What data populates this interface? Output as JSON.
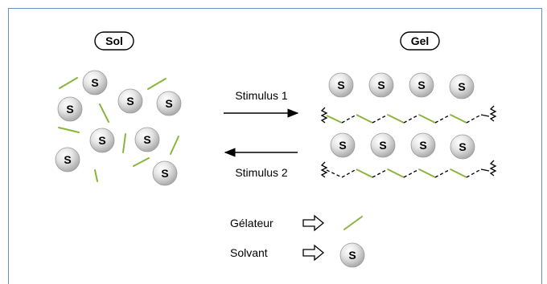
{
  "sol_label": "Sol",
  "gel_label": "Gel",
  "solvent_letter": "S",
  "stimulus_1": "Stimulus 1",
  "stimulus_2": "Stimulus 2",
  "legend": {
    "gelator_label": "Gélateur",
    "solvent_label": "Solvant"
  },
  "colors": {
    "gelator_green": "#8ab53c",
    "frame_blue": "#6b8fb5",
    "sphere_shade": "#b9b9b9"
  }
}
